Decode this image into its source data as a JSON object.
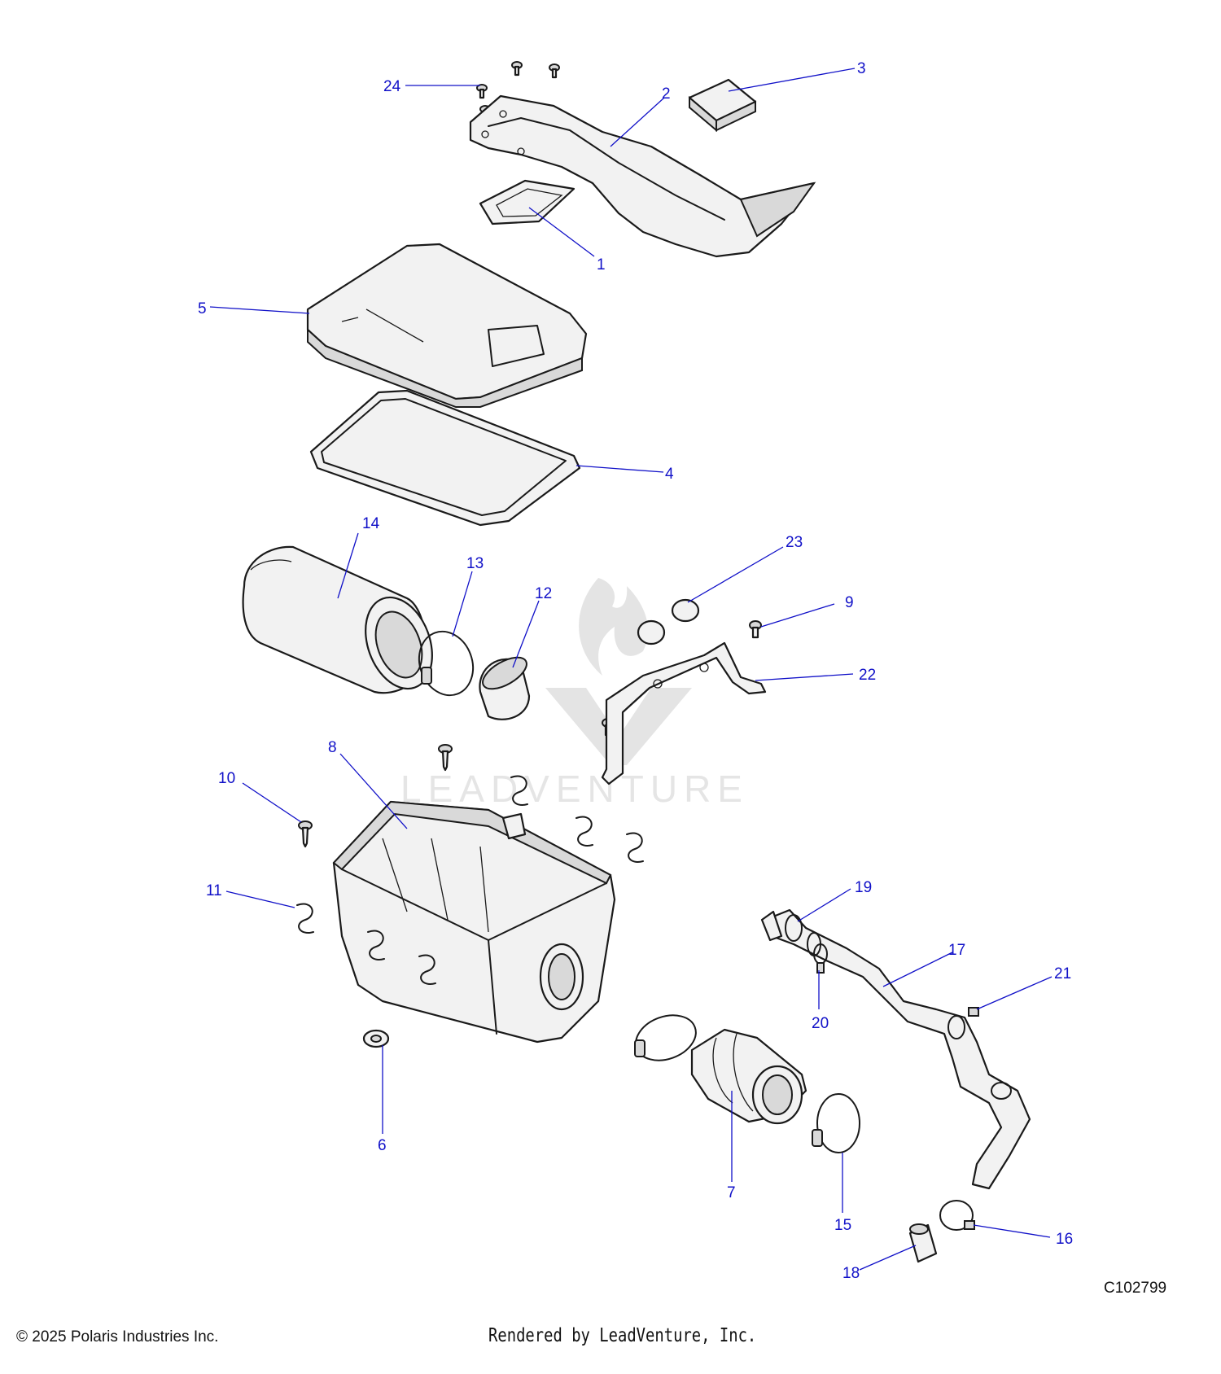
{
  "callouts": [
    {
      "id": "24",
      "label": "24"
    },
    {
      "id": "3",
      "label": "3"
    },
    {
      "id": "2",
      "label": "2"
    },
    {
      "id": "1",
      "label": "1"
    },
    {
      "id": "5",
      "label": "5"
    },
    {
      "id": "4",
      "label": "4"
    },
    {
      "id": "14",
      "label": "14"
    },
    {
      "id": "13",
      "label": "13"
    },
    {
      "id": "12",
      "label": "12"
    },
    {
      "id": "23",
      "label": "23"
    },
    {
      "id": "9",
      "label": "9"
    },
    {
      "id": "22",
      "label": "22"
    },
    {
      "id": "8",
      "label": "8"
    },
    {
      "id": "10",
      "label": "10"
    },
    {
      "id": "11",
      "label": "11"
    },
    {
      "id": "19",
      "label": "19"
    },
    {
      "id": "17",
      "label": "17"
    },
    {
      "id": "21",
      "label": "21"
    },
    {
      "id": "20",
      "label": "20"
    },
    {
      "id": "6",
      "label": "6"
    },
    {
      "id": "7",
      "label": "7"
    },
    {
      "id": "15",
      "label": "15"
    },
    {
      "id": "16",
      "label": "16"
    },
    {
      "id": "18",
      "label": "18"
    }
  ],
  "watermark": "LEADVENTURE",
  "footer": {
    "copyright": "© 2025 Polaris Industries Inc.",
    "rendered_by": "Rendered by LeadVenture, Inc.",
    "diagram_ref": "C102799"
  }
}
